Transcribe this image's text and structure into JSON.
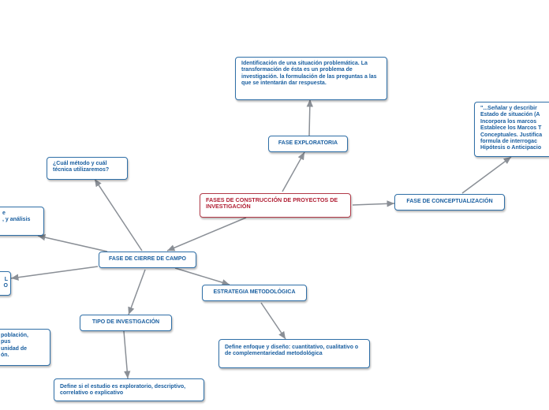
{
  "root": {
    "label": "FASES DE CONSTRUCCIÓN DE PROYECTOS DE INVESTIGACIÓN"
  },
  "fase_exploratoria": {
    "label": "FASE EXPLORATORIA",
    "detail": "Identificación de una situación problemática. La transformación de ésta es un problema de investigación. la formulación de las preguntas a las que se intentarán dar respuesta."
  },
  "fase_conceptualizacion": {
    "label": "FASE DE CONCEPTUALIZACIÓN",
    "detail_lines": [
      "\"...Señalar y describir",
      "Estado de situación (A",
      "Incorpora los marcos",
      "Establece los Marcos T",
      "Conceptuales. Justifica",
      "formula de interrogac",
      "Hipótesis o Anticipacio"
    ]
  },
  "fase_cierre": {
    "label": "FASE DE CIERRE DE CAMPO",
    "question": "¿Cuál método y cuál técnica utilizaremos?",
    "left_upper_lines": [
      "e",
      ", y análisis"
    ],
    "left_mid_lines": [
      "L",
      "O"
    ]
  },
  "estrategia": {
    "label": "ESTRATEGIA METODOLÓGICA",
    "detail": "Define enfoque y diseño: cuantitativo, cualitativo o de complementariedad metodológica"
  },
  "tipo": {
    "label": "TIPO DE INVESTIGACIÓN",
    "detail": "Define si el estudio es exploratorio, descriptivo, correlativo o explicativo"
  },
  "poblacion": {
    "lines": [
      "población,",
      "pus",
      "unidad de",
      "ón."
    ]
  },
  "colors": {
    "branch": "#2f6fa7",
    "branch_text": "#1a5fa0",
    "root_border": "#b23a48",
    "root_text": "#b01e33",
    "connector": "#8a8f96"
  }
}
